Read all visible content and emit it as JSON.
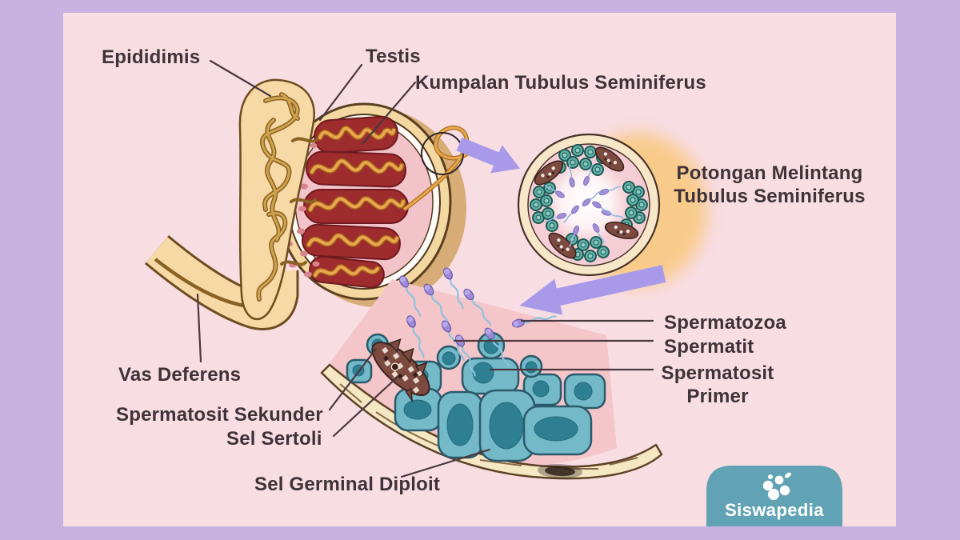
{
  "diagram": {
    "title_context": "Spermatogenesis / testis anatomy diagram",
    "labels": {
      "epididimis": "Epididimis",
      "testis": "Testis",
      "kumpalan_tubulus_seminiferus": "Kumpalan Tubulus Seminiferus",
      "potongan_melintang": "Potongan Melintang Tubulus Seminiferus",
      "spermatozoa": "Spermatozoa",
      "spermatit": "Spermatit",
      "spermatosit_primer": "Spermatosit Primer",
      "vas_deferens": "Vas Deferens",
      "spermatosit_sekunder": "Spermatosit Sekunder",
      "sel_sertoli": "Sel Sertoli",
      "sel_germinal_diploit": "Sel Germinal Diploit"
    },
    "logo": {
      "text": "Siswapedia",
      "icon": "berries-icon"
    },
    "colors": {
      "frame": "#c9b2e0",
      "panel": "#f8dde3",
      "label_text": "#3f3238",
      "leader_line": "#4a383e",
      "arrow": "#a99ae9",
      "logo_bg": "#61a2b4",
      "logo_text": "#ffffff",
      "tissue_tan": "#f4d8a2",
      "tissue_outline": "#6e4d20",
      "lobule_red": "#9e2b2d",
      "tubule_orange": "#eaa64e",
      "testis_interior_pink": "#f3c3ca",
      "cell_teal": "#74b9c8",
      "cell_nucleus_teal": "#2f7f93",
      "ring_cell_teal": "#63b0a8",
      "sperm_head_purple": "#9d8bd9",
      "sperm_tail_blue": "#8fc2dd",
      "membrane_cream": "#f6e7c4",
      "wedge_pink": "#f4c5c9",
      "glow_orange": "#f9c87c",
      "sertoli_brown": "#7d4a40"
    }
  }
}
